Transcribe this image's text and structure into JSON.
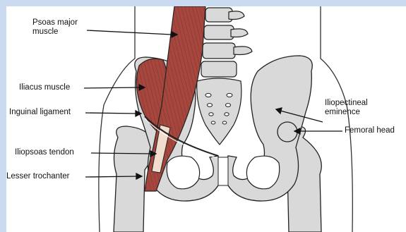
{
  "labels": {
    "psoas_major": "Psoas major\nmuscle",
    "iliacus": "Iliacus muscle",
    "inguinal_ligament": "Inguinal ligament",
    "iliopsoas_tendon": "Iliopsoas tendon",
    "lesser_trochanter": "Lesser trochanter",
    "iliopectineal_eminence": "Iliopectineal\neminence",
    "femoral_head": "Femoral head"
  },
  "colors": {
    "frame": "#c9daf1",
    "muscle": "#a5473e",
    "muscle_dark": "#7a2c26",
    "bone": "#d9d9d9",
    "tendon": "#f1dccd",
    "outline": "#222222"
  }
}
